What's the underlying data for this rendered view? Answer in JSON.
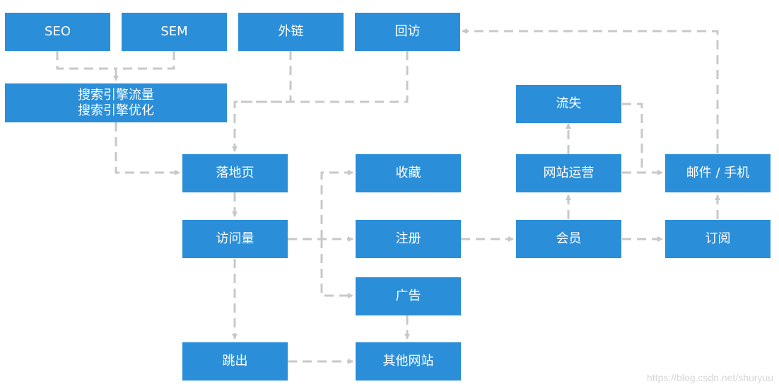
{
  "diagram": {
    "colors": {
      "node": "#2b8ed9",
      "edge": "#c8c8c8",
      "text": "#ffffff"
    },
    "nodes": {
      "seo": "SEO",
      "sem": "SEM",
      "external_links": "外链",
      "revisit": "回访",
      "search_engine": "搜索引擎流量\n搜索引擎优化",
      "landing_page": "落地页",
      "traffic": "访问量",
      "bounce": "跳出",
      "favorites": "收藏",
      "register": "注册",
      "ads": "广告",
      "other_sites": "其他网站",
      "churn": "流失",
      "site_operation": "网站运营",
      "member": "会员",
      "subscribe": "订阅",
      "email_mobile": "邮件 / 手机"
    }
  },
  "watermark": "https://blog.csdn.net/shuryuu"
}
